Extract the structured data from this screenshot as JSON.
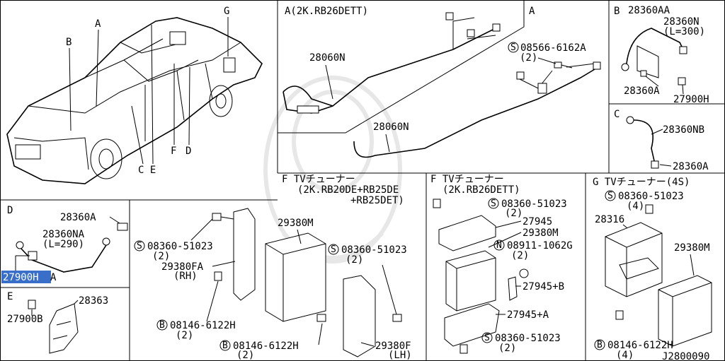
{
  "diagram": {
    "code": "J2800090",
    "overview": {
      "callouts": [
        "A",
        "B",
        "C",
        "D",
        "E",
        "F",
        "G"
      ],
      "callout_ce": "C E"
    },
    "panel_a": {
      "title": "A(2K.RB26DETT)",
      "tag": "A",
      "harness_upper": "28060N",
      "harness_lower": "28060N",
      "bolt": "08566-6162A",
      "bolt_qty": "(2)"
    },
    "panel_b": {
      "tag": "B",
      "cable": "28360AA",
      "cable2": "28360N",
      "cable2_len": "(L=300)",
      "screw": "28360A",
      "clip": "27900H"
    },
    "panel_c": {
      "tag": "C",
      "cable": "28360NB",
      "screw": "28360A"
    },
    "panel_d": {
      "tag": "D",
      "screw": "28360A",
      "cable": "28360NA",
      "cable_len": "(L=290)",
      "clip_highlight": "27900H",
      "clip_suffix": "A"
    },
    "panel_e": {
      "tag": "E",
      "clip": "27900B",
      "bracket": "28363"
    },
    "panel_f1": {
      "title": "F TVチューナー",
      "subtitle1": "(2K.RB20DE+RB25DE",
      "subtitle2": "+RB25DET)",
      "tuner": "29380M",
      "screw_left": "08360-51023",
      "screw_left_qty": "(2)",
      "bracket_rh": "29380FA",
      "rh": "(RH)",
      "screw_right": "08360-51023",
      "screw_right_qty": "(2)",
      "bolt": "08146-6122H",
      "bolt_qty": "(2)",
      "bolt2": "08146-6122H",
      "bolt2_qty": "(2)",
      "bracket_lh": "29380F",
      "lh": "(LH)"
    },
    "panel_f2": {
      "title": "F TVチューナー",
      "subtitle": "(2K.RB26DETT)",
      "screw_top": "08360-51023",
      "screw_top_qty": "(2)",
      "bracket": "27945",
      "tuner": "29380M",
      "nut": "08911-1062G",
      "nut_qty": "(2)",
      "plate_b": "27945+B",
      "plate_a": "27945+A",
      "screw_bottom": "08360-51023",
      "screw_bottom_qty": "(2)"
    },
    "panel_g": {
      "title": "G TVチューナー(4S)",
      "screw": "08360-51023",
      "screw_qty": "(4)",
      "bracket": "28316",
      "tuner": "29380M",
      "bolt": "08146-6122H",
      "bolt_qty": "(4)"
    }
  }
}
